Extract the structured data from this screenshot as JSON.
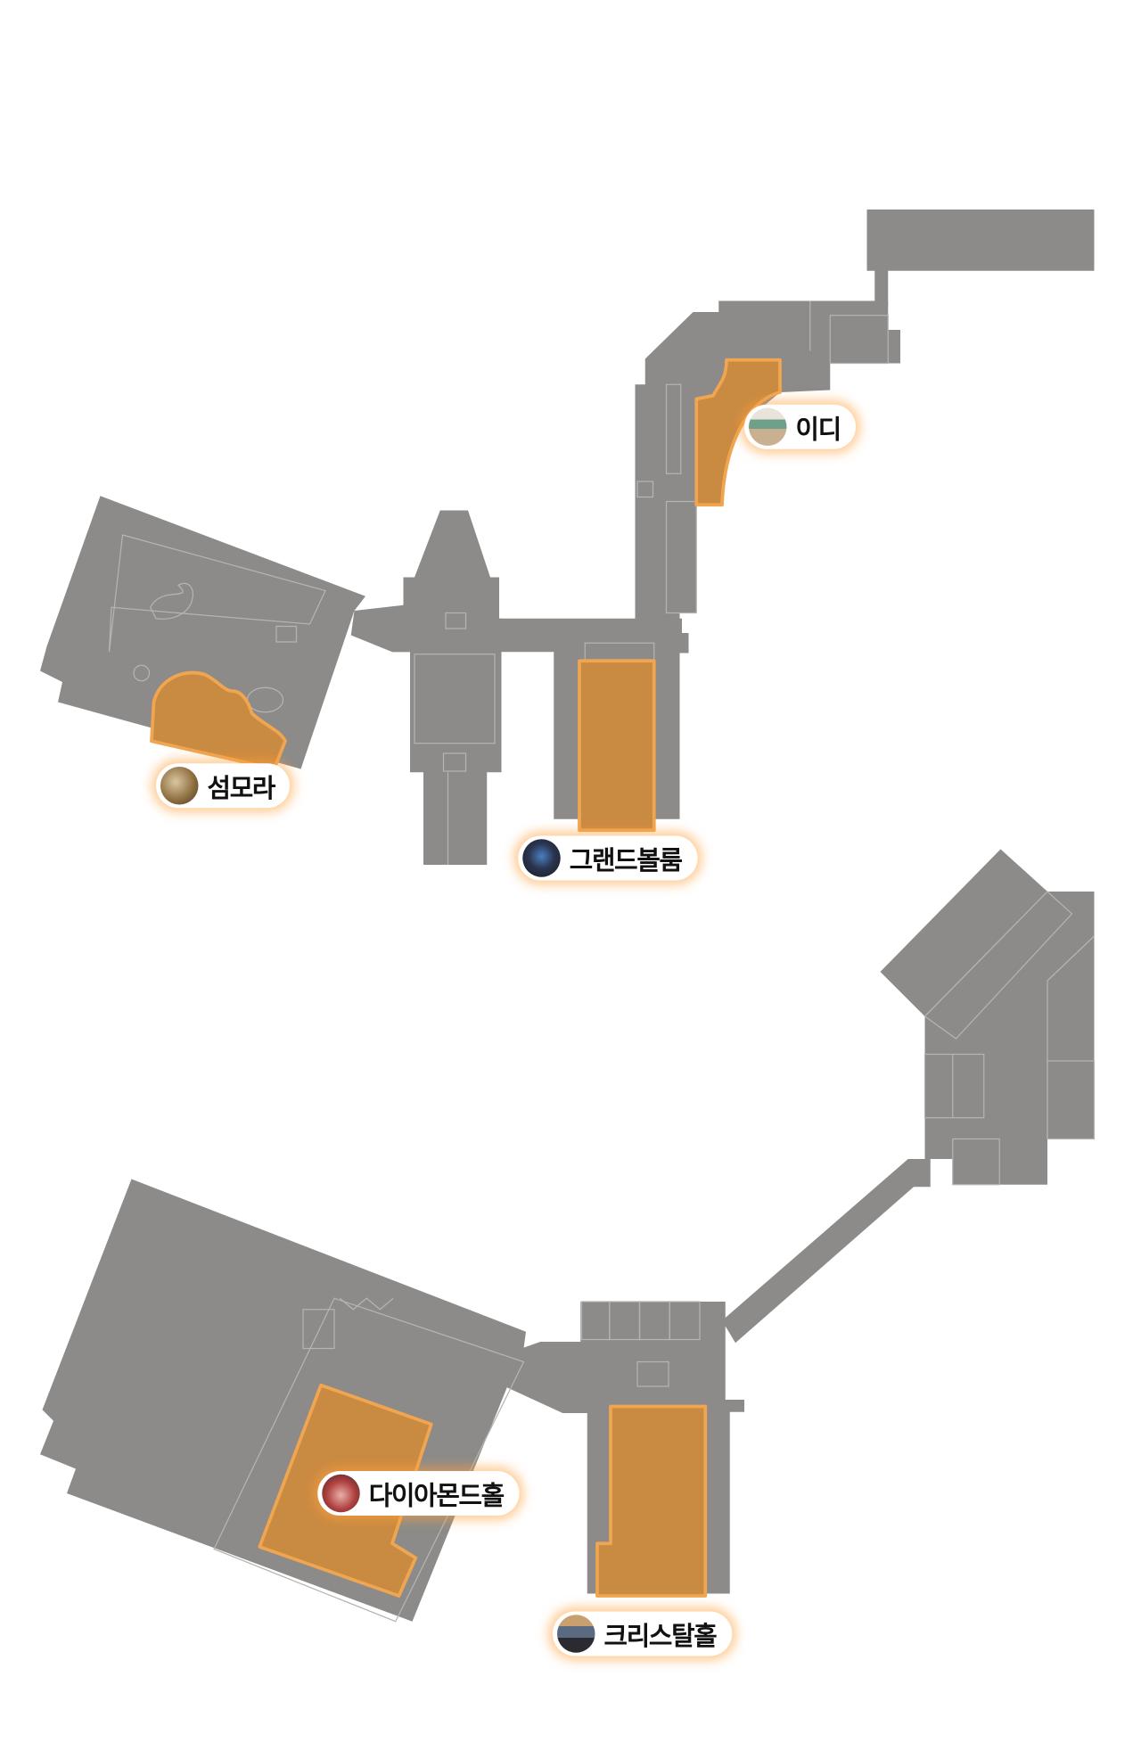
{
  "colors": {
    "building": "#8c8b89",
    "highlight": "#c98a42",
    "highlight_border": "#f0a550",
    "background": "#ffffff"
  },
  "venues": [
    {
      "name": "섬모라",
      "icon": "venue-photo"
    },
    {
      "name": "그랜드볼룸",
      "icon": "venue-photo"
    },
    {
      "name": "이디",
      "icon": "venue-photo"
    },
    {
      "name": "다이아몬드홀",
      "icon": "venue-photo"
    },
    {
      "name": "크리스탈홀",
      "icon": "venue-photo"
    }
  ]
}
